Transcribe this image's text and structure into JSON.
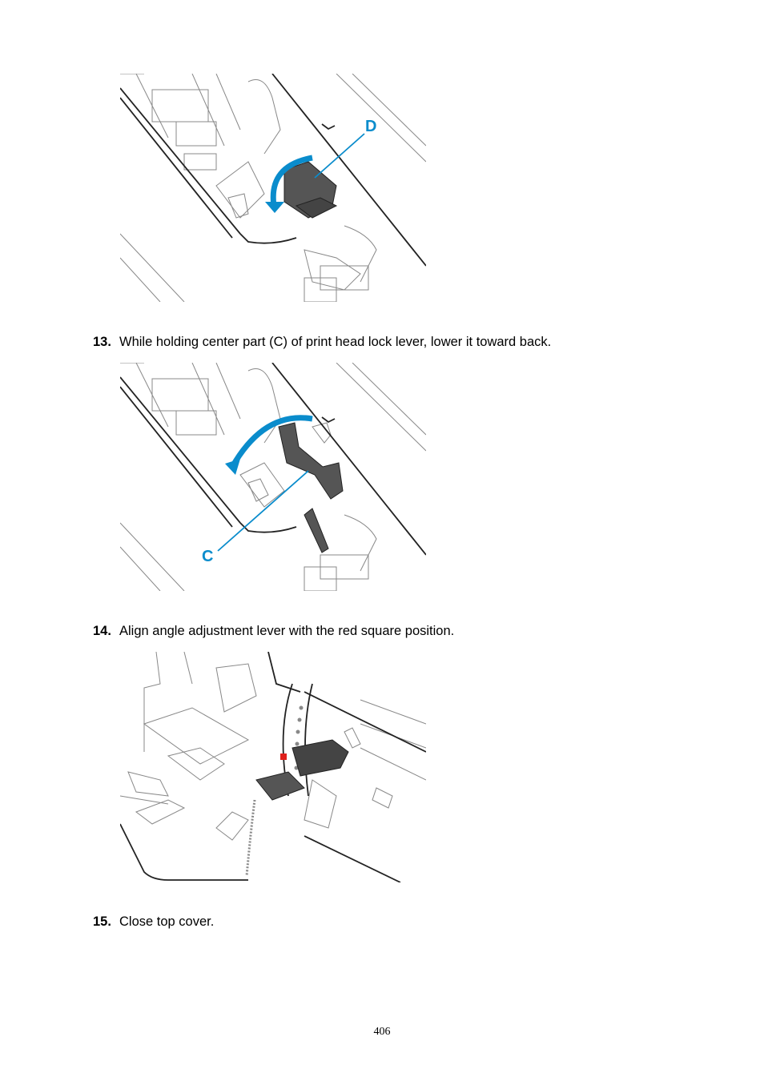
{
  "figures": {
    "fig1": {
      "callout": "D"
    },
    "fig2": {
      "callout": "C"
    },
    "fig3": {}
  },
  "steps": [
    {
      "number": "13.",
      "text": "While holding center part (C) of print head lock lever, lower it toward back."
    },
    {
      "number": "14.",
      "text": "Align angle adjustment lever with the red square position."
    },
    {
      "number": "15.",
      "text": "Close top cover."
    }
  ],
  "footer": {
    "page_number": "406"
  },
  "colors": {
    "callout": "#0a8ccc",
    "lever": "#555555",
    "marker": "#e0201c"
  }
}
